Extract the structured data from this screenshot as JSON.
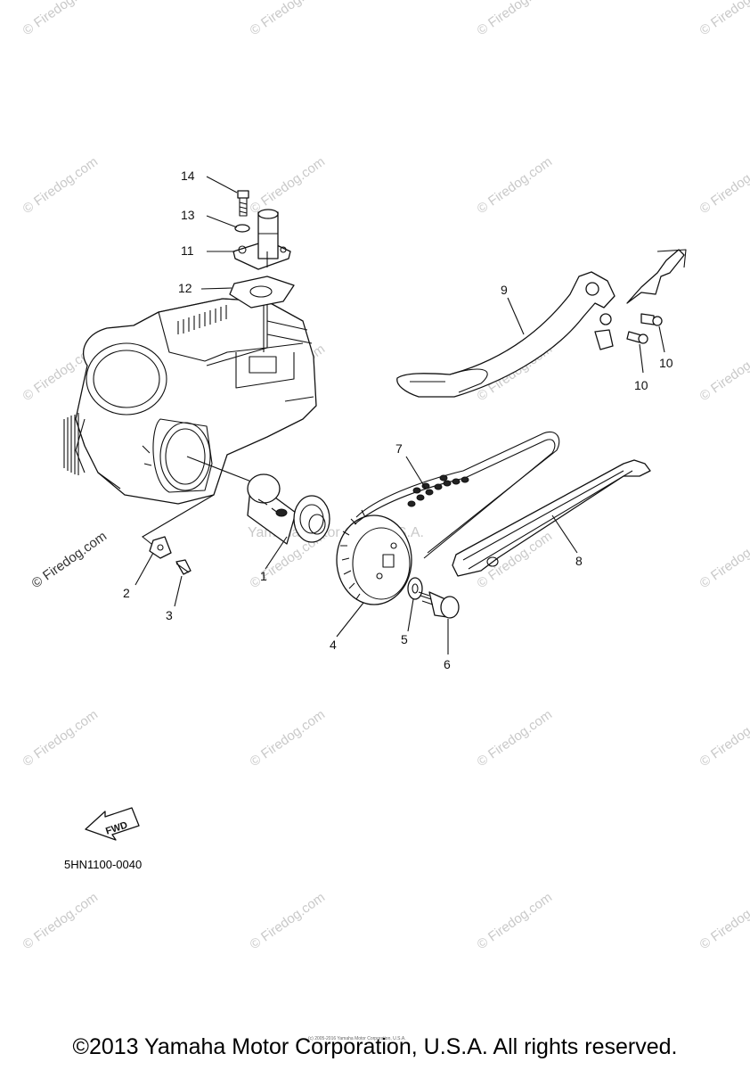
{
  "watermark": {
    "brand": "© Firedog.com",
    "center": "Yamaha Motor Corp. U.S.A."
  },
  "callouts": [
    "1",
    "2",
    "3",
    "4",
    "5",
    "6",
    "7",
    "8",
    "9",
    "10",
    "10",
    "11",
    "12",
    "13",
    "14"
  ],
  "fwd_label": "FWD",
  "drawing_code": "5HN1100-0040",
  "tiny_note": "(c) 2005-2016 Yamaha Motor Corporation, U.S.A.",
  "copyright": "©2013 Yamaha Motor Corporation, U.S.A. All rights reserved."
}
